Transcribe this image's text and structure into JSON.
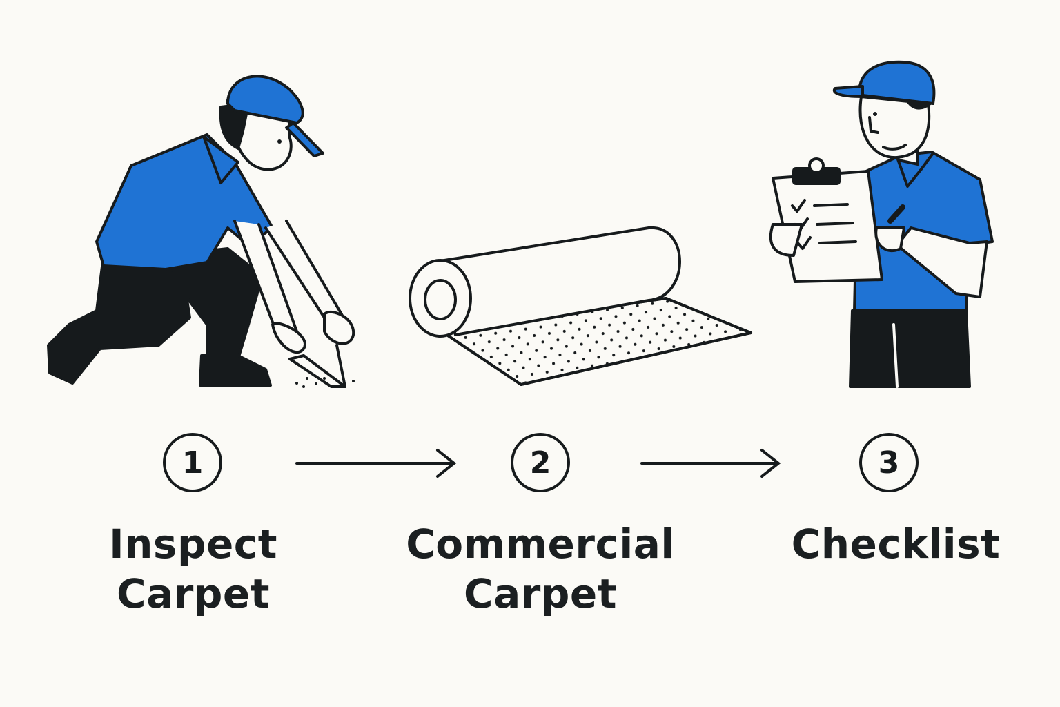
{
  "colors": {
    "background": "#fbfaf6",
    "accent_blue": "#1f73d4",
    "ink": "#161a1c"
  },
  "steps": [
    {
      "number": "1",
      "label_lines": [
        "Inspect",
        "Carpet"
      ],
      "illustration": "kneeling-worker-icon"
    },
    {
      "number": "2",
      "label_lines": [
        "Commercial",
        "Carpet"
      ],
      "illustration": "carpet-roll-icon"
    },
    {
      "number": "3",
      "label_lines": [
        "Checklist"
      ],
      "illustration": "worker-with-clipboard-icon"
    }
  ],
  "connectors": [
    "arrow-right-icon",
    "arrow-right-icon"
  ]
}
